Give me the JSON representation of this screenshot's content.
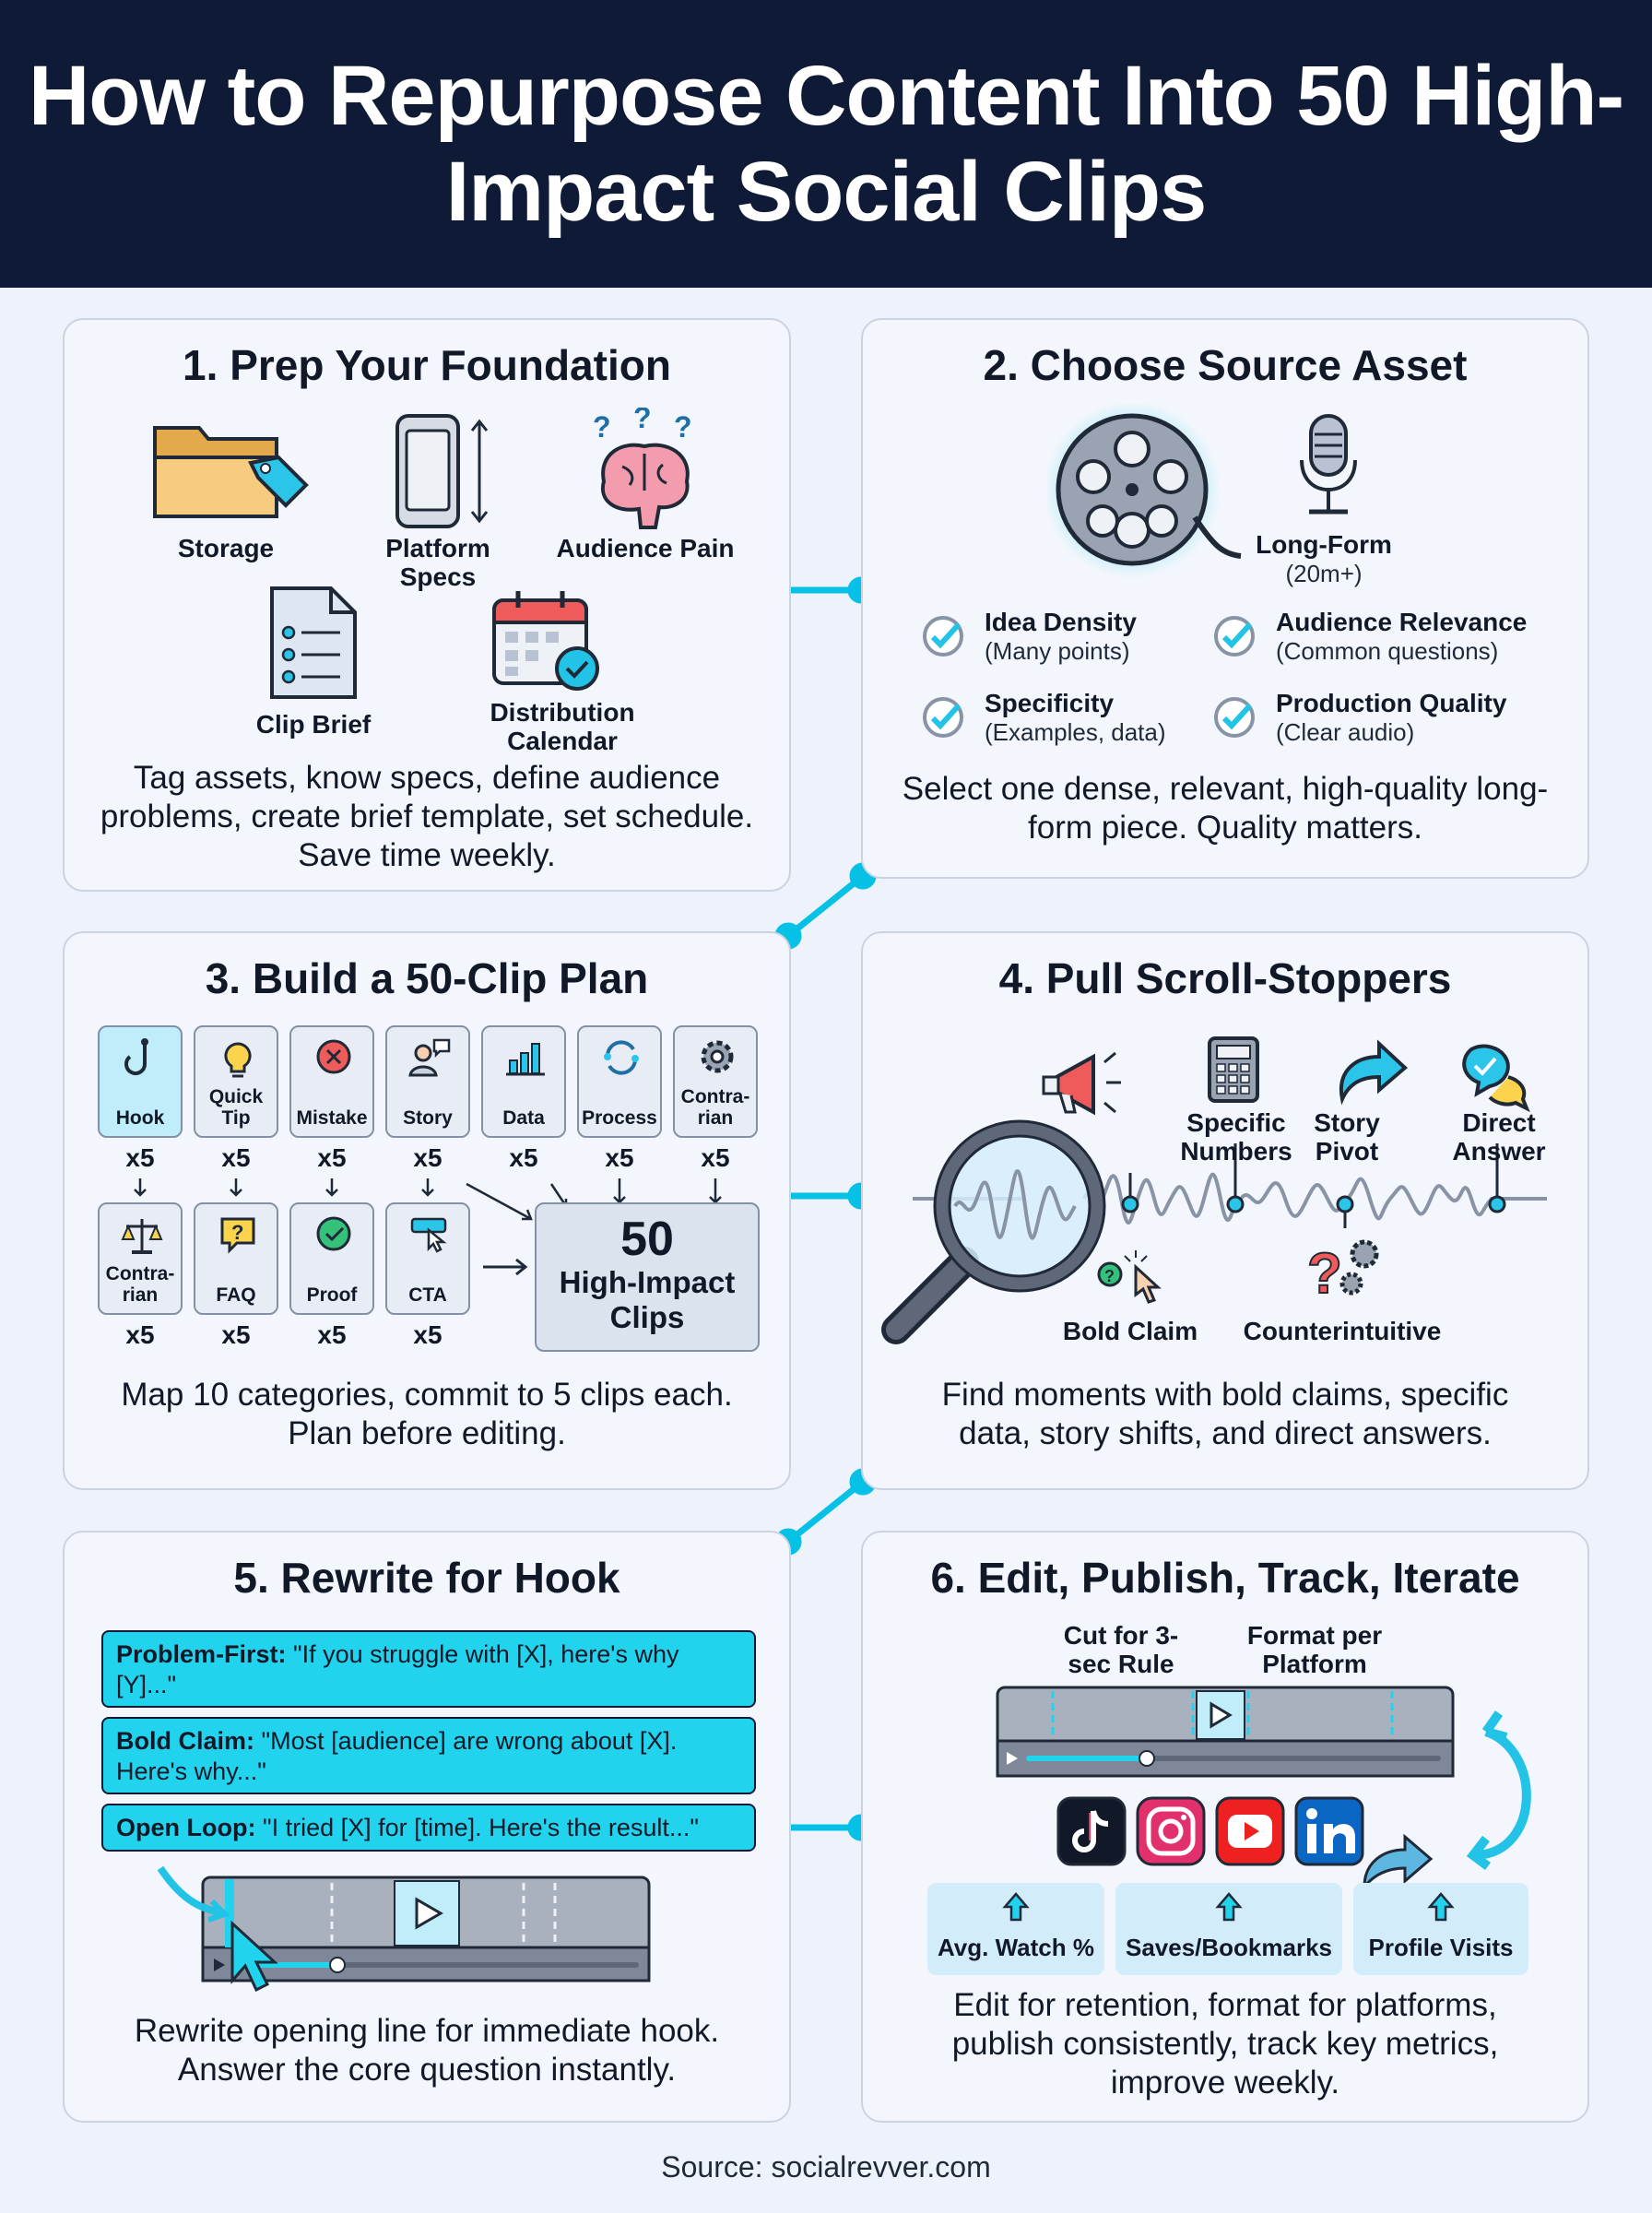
{
  "title": "How to Repurpose Content Into 50 High-Impact Social Clips",
  "source": "Source: socialrevver.com",
  "colors": {
    "header": "#0f1a36",
    "accent": "#22d3ee",
    "connector": "#06c1e6"
  },
  "step1": {
    "title": "1. Prep Your Foundation",
    "items": {
      "storage": "Storage",
      "platform_specs": "Platform Specs",
      "audience_pain": "Audience Pain",
      "clip_brief": "Clip Brief",
      "distribution_calendar": "Distribution Calendar"
    },
    "icons": [
      "folder-tag-icon",
      "phone-icon",
      "brain-icon",
      "document-list-icon",
      "calendar-check-icon"
    ],
    "description": "Tag assets, know specs, define audience problems, create brief template, set schedule. Save time weekly."
  },
  "step2": {
    "title": "2. Choose Source Asset",
    "asset_label": "Long-Form",
    "asset_sub": "(20m+)",
    "criteria": [
      {
        "label": "Idea Density",
        "sub": "(Many points)"
      },
      {
        "label": "Audience Relevance",
        "sub": "(Common questions)"
      },
      {
        "label": "Specificity",
        "sub": "(Examples, data)"
      },
      {
        "label": "Production Quality",
        "sub": "(Clear audio)"
      }
    ],
    "description": "Select one dense, relevant, high-quality long-form piece. Quality matters."
  },
  "step3": {
    "title": "3. Build a 50-Clip Plan",
    "categories_row1": [
      "Hook",
      "Quick Tip",
      "Mistake",
      "Story",
      "Data",
      "Process",
      "Contra-rian"
    ],
    "categories_row2": [
      "Contra-rian",
      "FAQ",
      "Proof",
      "CTA"
    ],
    "multiplier": "x5",
    "result": "50 High-Impact Clips",
    "result_number": "50",
    "result_text": "High-Impact Clips",
    "description": "Map 10 categories, commit to 5 clips each. Plan before editing."
  },
  "step4": {
    "title": "4. Pull Scroll-Stoppers",
    "markers_top": [
      "Specific Numbers",
      "Story Pivot",
      "Direct Answer"
    ],
    "markers_bottom": [
      "Bold Claim",
      "Counterintuitive"
    ],
    "description": "Find moments with bold claims, specific data, story shifts, and direct answers."
  },
  "step5": {
    "title": "5. Rewrite for Hook",
    "hooks": [
      {
        "label": "Problem-First:",
        "text": "\"If you struggle with [X], here's why [Y]...\""
      },
      {
        "label": "Bold Claim:",
        "text": "\"Most [audience] are wrong about [X]. Here's why...\""
      },
      {
        "label": "Open Loop:",
        "text": "\"I tried [X] for [time]. Here's the result...\""
      }
    ],
    "description": "Rewrite opening line for immediate hook. Answer the core question instantly."
  },
  "step6": {
    "title": "6. Edit, Publish, Track, Iterate",
    "timeline_labels": [
      "Cut for 3-sec Rule",
      "Format per Platform"
    ],
    "platforms": [
      "tiktok-icon",
      "instagram-icon",
      "youtube-icon",
      "linkedin-icon"
    ],
    "metrics": [
      "Avg. Watch %",
      "Saves/Bookmarks",
      "Profile Visits"
    ],
    "description": "Edit for retention, format for platforms, publish consistently, track key metrics, improve weekly."
  }
}
